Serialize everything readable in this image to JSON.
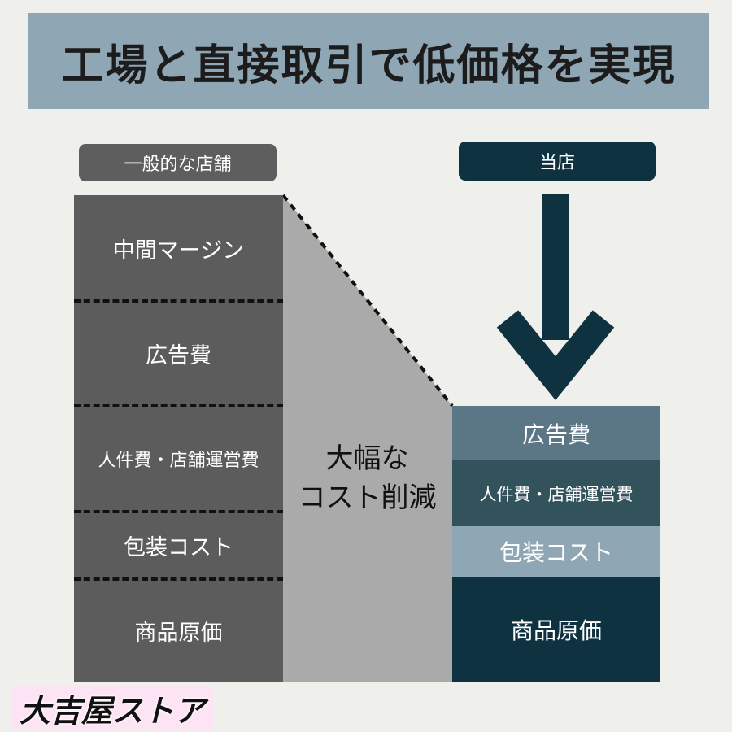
{
  "banner": {
    "title": "工場と直接取引で低価格を実現"
  },
  "labels": {
    "general_store": "一般的な店舗",
    "our_store": "当店"
  },
  "general_column": {
    "segments": [
      "中間マージン",
      "広告費",
      "人件費・店舗運営費",
      "包装コスト",
      "商品原価"
    ]
  },
  "reduction": {
    "line1": "大幅な",
    "line2": "コスト削減"
  },
  "our_column": {
    "segments": [
      "広告費",
      "人件費・店舗運営費",
      "包装コスト",
      "商品原価"
    ]
  },
  "brand": {
    "name": "大吉屋ストア"
  },
  "colors": {
    "banner": "#8fa6b4",
    "general_gray": "#5c5c5c",
    "reduction_gray": "#aaaaaa",
    "navy": "#0f3241",
    "ad_blue": "#5b7684",
    "staff_teal": "#33535c",
    "packing_light": "#8fa6b4"
  }
}
